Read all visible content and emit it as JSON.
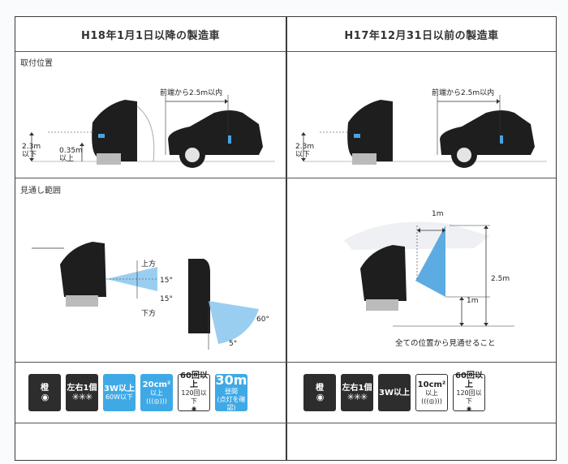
{
  "headers": {
    "left": "H18年1月1日以降の製造車",
    "right": "H17年12月31日以前の製造車"
  },
  "sections": {
    "mounting": "取付位置",
    "visibility": "見通し範囲"
  },
  "mounting_left": {
    "front_distance": "前端から2.5m以内",
    "height_max_line1": "2.3m",
    "height_max_line2": "以下",
    "height_min_line1": "0.35m",
    "height_min_line2": "以上"
  },
  "mounting_right": {
    "front_distance": "前端から2.5m以内",
    "height_max_line1": "2.3m",
    "height_max_line2": "以下"
  },
  "visibility_left": {
    "upward": "上方",
    "downward": "下方",
    "angle_up": "15°",
    "angle_down": "15°",
    "angle_side": "60°",
    "angle_rear": "5°"
  },
  "visibility_right": {
    "width": "1m",
    "height": "2.5m",
    "height_low": "1m",
    "caption": "全ての位置から見通せること"
  },
  "icons_left": [
    {
      "type": "dark",
      "line1": "橙",
      "line2": "◉"
    },
    {
      "type": "dark",
      "line1": "左右1個",
      "line2": "✳✳✳"
    },
    {
      "type": "blue",
      "line1": "3W以上",
      "line2": "60W以下"
    },
    {
      "type": "blue",
      "line1": "20cm²",
      "line2": "以上",
      "line3": "(((◎)))"
    },
    {
      "type": "light",
      "line1": "60回以上",
      "line2": "120回以下",
      "line3": "✺"
    },
    {
      "type": "blue",
      "big": "30m",
      "line2": "昼間",
      "line3": "(点灯を確認)"
    }
  ],
  "icons_right": [
    {
      "type": "dark",
      "line1": "橙",
      "line2": "◉"
    },
    {
      "type": "dark",
      "line1": "左右1個",
      "line2": "✳✳✳"
    },
    {
      "type": "dark",
      "line1": "3W以上",
      "line2": ""
    },
    {
      "type": "light",
      "line1": "10cm²",
      "line2": "以上",
      "line3": "(((◎)))"
    },
    {
      "type": "light",
      "line1": "60回以上",
      "line2": "120回以下",
      "line3": "✺"
    }
  ],
  "colors": {
    "car": "#1e1e1e",
    "beam": "#8fc9ef",
    "beam_dark": "#4aa3e0",
    "accent_blue": "#3fa9e6"
  }
}
